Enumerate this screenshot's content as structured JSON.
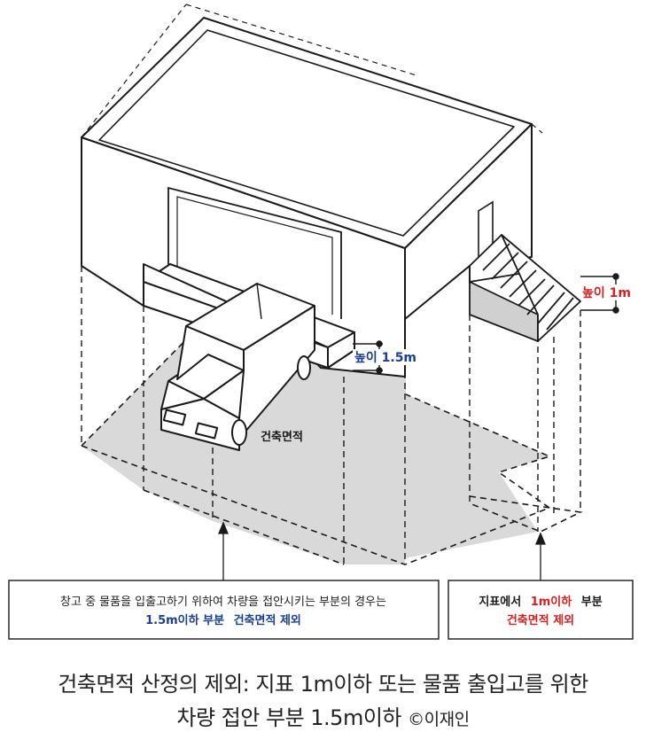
{
  "labels": {
    "height_stairs": "높이 1m",
    "height_loading": "높이 1.5m",
    "floor_area": "건축면적"
  },
  "box_left": {
    "line1": "창고 중 물품을 입출고하기 위하여 차량을 접안시키는 부분의 경우는",
    "line2_a": "1.5m이하 부분",
    "line2_b": "건축면적 제외"
  },
  "box_right": {
    "line1_a": "지표에서",
    "line1_b": "1m이하",
    "line1_c": "부분",
    "line2": "건축면적 제외"
  },
  "caption": {
    "line1": "건축면적 산정의 제외: 지표 1m이하 또는 물품 출입고를 위한",
    "line2": "차량 접안 부분 1.5m이하",
    "copyright": "©이재인"
  },
  "colors": {
    "shade": "#d8d8d8",
    "line": "#1a1a1a",
    "blue": "#1a3f8f",
    "red": "#d42020"
  }
}
